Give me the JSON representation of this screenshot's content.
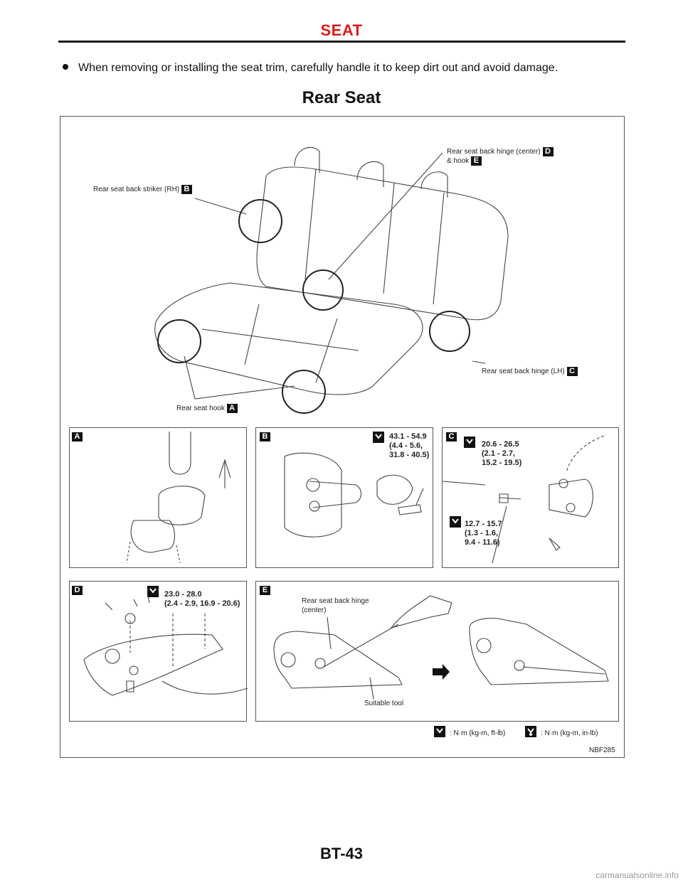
{
  "header": {
    "title": "SEAT"
  },
  "intro": {
    "bullet_text": "When removing or installing the seat trim, carefully handle it to keep dirt out and avoid damage."
  },
  "section": {
    "title": "Rear Seat"
  },
  "figure": {
    "callouts": {
      "hinge_center_line1": "Rear seat back hinge (center)",
      "hinge_center_line2": "& hook",
      "striker_rh": "Rear seat back striker (RH)",
      "hinge_lh": "Rear seat back hinge (LH)",
      "seat_hook": "Rear seat hook"
    },
    "badges": {
      "a": "A",
      "b": "B",
      "c": "C",
      "d": "D",
      "e": "E"
    },
    "torques": {
      "b_value": "43.1 - 54.9\n(4.4 - 5.6,\n31.8 - 40.5)",
      "c_upper": "20.6 - 26.5\n(2.1 - 2.7,\n15.2 - 19.5)",
      "c_lower": "12.7 - 15.7\n(1.3 - 1.6,\n9.4 - 11.6)",
      "d_value": "23.0 - 28.0\n(2.4 - 2.9, 16.9 - 20.6)"
    },
    "panel_e": {
      "hinge_label_line1": "Rear seat back hinge",
      "hinge_label_line2": "(center)",
      "tool_label": "Suitable tool"
    },
    "legend": {
      "unit_ftlb": ": N·m (kg-m, ft-lb)",
      "unit_inlb": ": N·m (kg-m, in-lb)"
    },
    "figure_id": "NBF285"
  },
  "footer": {
    "page_number": "BT-43"
  },
  "watermark": {
    "text": "carmanualsonline.info"
  }
}
